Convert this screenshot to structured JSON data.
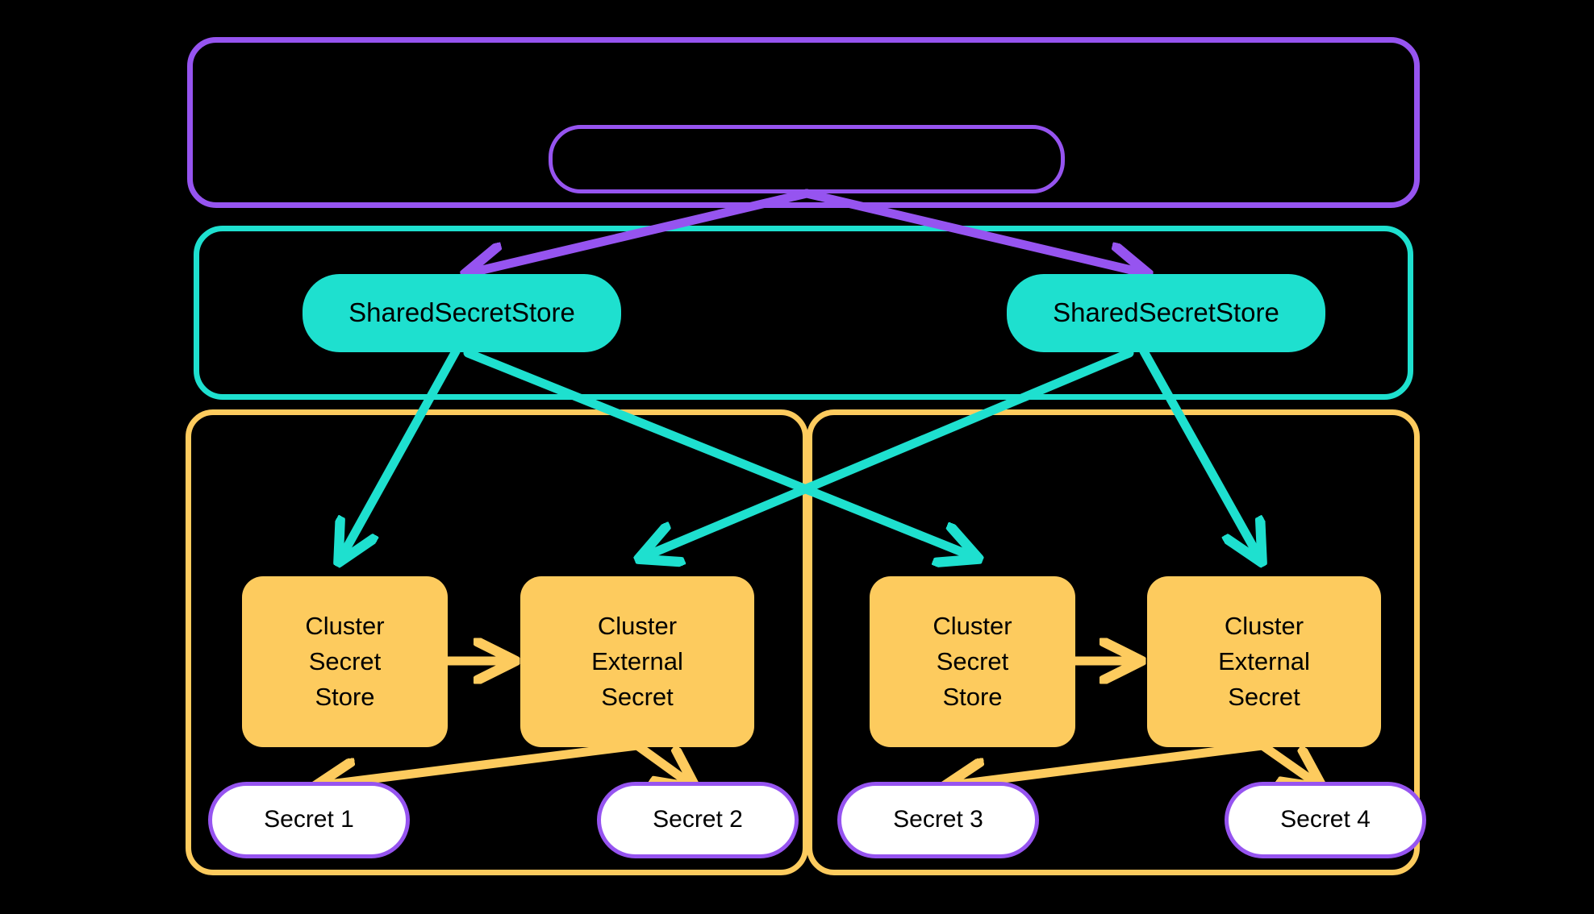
{
  "diagram": {
    "title": "External Secrets Operator shared secret store architecture",
    "background_color": "#000000",
    "colors": {
      "purple": "#9654f0",
      "teal": "#1ee0cf",
      "orange": "#fdcb5e",
      "white": "#ffffff",
      "text": "#000000"
    }
  },
  "containers": [
    {
      "id": "cluster-scope",
      "label": "",
      "border_color": "#9654f0"
    },
    {
      "id": "shared-scope",
      "label": "",
      "border_color": "#1ee0cf"
    },
    {
      "id": "namespace-left",
      "label": "",
      "border_color": "#fdcb5e"
    },
    {
      "id": "namespace-right",
      "label": "",
      "border_color": "#fdcb5e"
    }
  ],
  "nodes": {
    "top_pill": {
      "label": ""
    },
    "shared_store_left": {
      "label": "SharedSecretStore"
    },
    "shared_store_right": {
      "label": "SharedSecretStore"
    },
    "cluster_secret_store_left": {
      "label": "Cluster\nSecret\nStore"
    },
    "cluster_external_secret_left": {
      "label": "Cluster\nExternal\nSecret"
    },
    "cluster_secret_store_right": {
      "label": "Cluster\nSecret\nStore"
    },
    "cluster_external_secret_right": {
      "label": "Cluster\nExternal\nSecret"
    },
    "secret_1": {
      "label": "Secret 1"
    },
    "secret_2": {
      "label": "Secret 2"
    },
    "secret_3": {
      "label": "Secret 3"
    },
    "secret_4": {
      "label": "Secret 4"
    }
  },
  "edges": [
    {
      "id": "top-to-shared-left",
      "from": "top_pill",
      "to": "shared_store_left",
      "color": "#9654f0"
    },
    {
      "id": "top-to-shared-right",
      "from": "top_pill",
      "to": "shared_store_right",
      "color": "#9654f0"
    },
    {
      "id": "sharedleft-to-css-left",
      "from": "shared_store_left",
      "to": "cluster_secret_store_left",
      "color": "#1ee0cf"
    },
    {
      "id": "sharedleft-to-ces-right",
      "from": "shared_store_left",
      "to": "cluster_secret_store_right",
      "color": "#1ee0cf"
    },
    {
      "id": "sharedright-to-ces-left",
      "from": "shared_store_right",
      "to": "cluster_external_secret_left",
      "color": "#1ee0cf"
    },
    {
      "id": "sharedright-to-ces-right",
      "from": "shared_store_right",
      "to": "cluster_external_secret_right",
      "color": "#1ee0cf"
    },
    {
      "id": "css-left-to-ces-left",
      "from": "cluster_secret_store_left",
      "to": "cluster_external_secret_left",
      "color": "#fdcb5e"
    },
    {
      "id": "css-right-to-ces-right",
      "from": "cluster_secret_store_right",
      "to": "cluster_external_secret_right",
      "color": "#fdcb5e"
    },
    {
      "id": "ces-left-to-secret1",
      "from": "cluster_external_secret_left",
      "to": "secret_1",
      "color": "#fdcb5e"
    },
    {
      "id": "ces-left-to-secret2",
      "from": "cluster_external_secret_left",
      "to": "secret_2",
      "color": "#fdcb5e"
    },
    {
      "id": "ces-right-to-secret3",
      "from": "cluster_external_secret_right",
      "to": "secret_3",
      "color": "#fdcb5e"
    },
    {
      "id": "ces-right-to-secret4",
      "from": "cluster_external_secret_right",
      "to": "secret_4",
      "color": "#fdcb5e"
    }
  ]
}
